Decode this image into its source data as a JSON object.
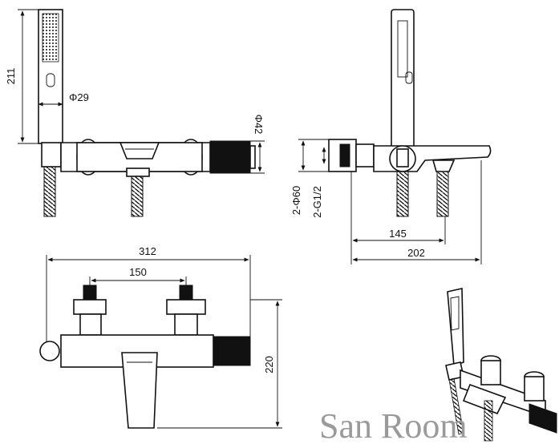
{
  "dimensions": {
    "handshower_length": "211",
    "handshower_diameter": "Φ29",
    "knob_diameter": "Φ42",
    "inlet_diameter": "2-Φ60",
    "inlet_thread": "2-G1/2",
    "projection_inlet": "145",
    "projection_total": "202",
    "overall_width": "312",
    "inlet_centers": "150",
    "overall_height": "220"
  },
  "watermark": {
    "text": "San Room"
  }
}
